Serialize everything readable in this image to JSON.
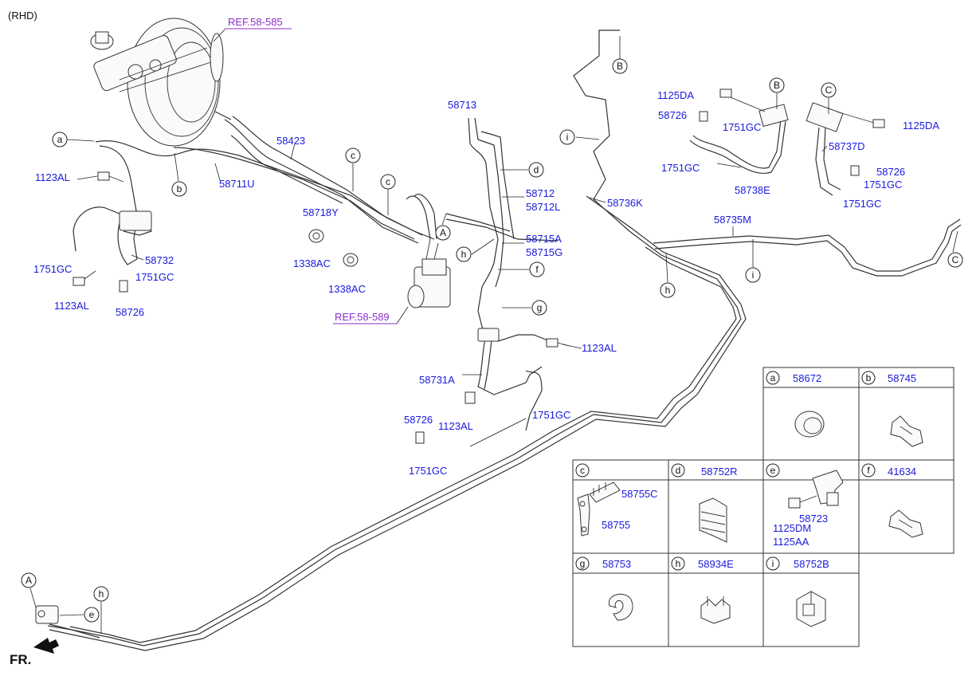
{
  "header": {
    "variant": "(RHD)",
    "front_marker": "FR."
  },
  "refs": {
    "booster": "REF.58-585",
    "abs_module": "REF.58-589"
  },
  "callouts": {
    "a": "a",
    "b": "b",
    "c": "c",
    "d": "d",
    "e": "e",
    "f": "f",
    "g": "g",
    "h": "h",
    "i": "i",
    "A": "A",
    "B": "B",
    "C": "C"
  },
  "parts": {
    "p58423": "58423",
    "p58711U": "58711U",
    "p58718Y": "58718Y",
    "p1123AL": "1123AL",
    "p1751GC": "1751GC",
    "p58732": "58732",
    "p58726": "58726",
    "p1338AC": "1338AC",
    "p58713": "58713",
    "p58712": "58712",
    "p58712L": "58712L",
    "p58715A": "58715A",
    "p58715G": "58715G",
    "p58731A": "58731A",
    "p58736K": "58736K",
    "p58735M": "58735M",
    "p1125DA": "1125DA",
    "p58738E": "58738E",
    "p58737D": "58737D"
  },
  "legend": {
    "a": {
      "letter": "a",
      "part": "58672"
    },
    "b": {
      "letter": "b",
      "part": "58745"
    },
    "c": {
      "letter": "c",
      "part": "",
      "items": [
        "58755C",
        "58755"
      ]
    },
    "d": {
      "letter": "d",
      "part": "58752R"
    },
    "e": {
      "letter": "e",
      "part": "",
      "items": [
        "58723",
        "1125DM",
        "1125AA"
      ]
    },
    "f": {
      "letter": "f",
      "part": "41634"
    },
    "g": {
      "letter": "g",
      "part": "58753"
    },
    "h": {
      "letter": "h",
      "part": "58934E"
    },
    "i": {
      "letter": "i",
      "part": "58752B"
    }
  }
}
